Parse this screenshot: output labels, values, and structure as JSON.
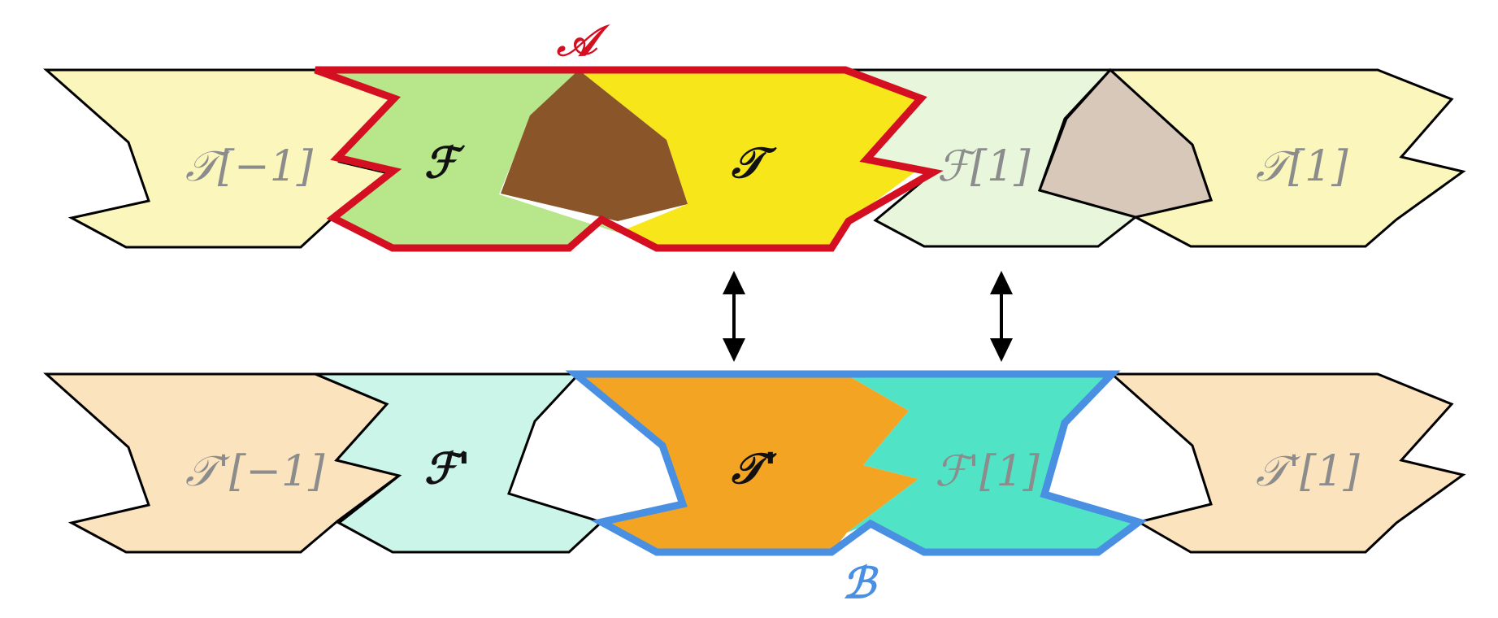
{
  "colors": {
    "t_light": "#fbf7bc",
    "f_light_green": "#b8e68a",
    "t_yellow": "#f6e61a",
    "f1_pale": "#e8f6dc",
    "brown": "#8a5529",
    "tan": "#d8c8ba",
    "highlight_a": "#d40f22",
    "peach": "#fbe3bd",
    "f_prime_mint": "#ccf5ea",
    "t_prime_orange": "#f3a423",
    "f_prime1_teal": "#51e3c6",
    "highlight_b": "#4a90e2",
    "faded_text": "#8c8c8c",
    "dark_text": "#111111"
  },
  "top_row": {
    "t_minus1": "𝒯[−1]",
    "f": "ℱ",
    "t": "𝒯",
    "f_1": "ℱ[1]",
    "t_1": "𝒯[1]",
    "highlight_label": "𝒜"
  },
  "bottom_row": {
    "t_minus1": "𝒯'[−1]",
    "f": "ℱ'",
    "t": "𝒯'",
    "f_1": "ℱ'[1]",
    "t_1": "𝒯'[1]",
    "highlight_label": "ℬ"
  },
  "arrows": [
    "left-bidirectional-arrow",
    "right-bidirectional-arrow"
  ]
}
